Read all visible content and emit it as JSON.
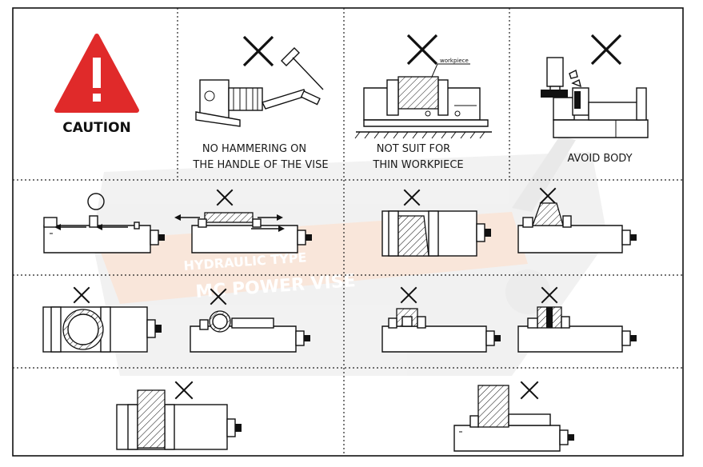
{
  "caution": {
    "label": "CAUTION",
    "sign_color": "#e02a2a"
  },
  "panels": {
    "hammering": {
      "line1": "NO HAMMERING ON",
      "line2": "THE HANDLE OF THE VISE"
    },
    "thin": {
      "line1": "NOT SUIT FOR",
      "line2": "THIN WORKPIECE",
      "callout": "workpiece"
    },
    "body": {
      "line1": "AVOID BODY"
    }
  },
  "watermark": {
    "line1": "HYDRAULIC TYPE",
    "line2": "MC POWER VISE",
    "accent": "#e07a3a"
  },
  "icons": {
    "allowed": "circle-ok-icon",
    "forbidden": "x-mark-icon"
  }
}
